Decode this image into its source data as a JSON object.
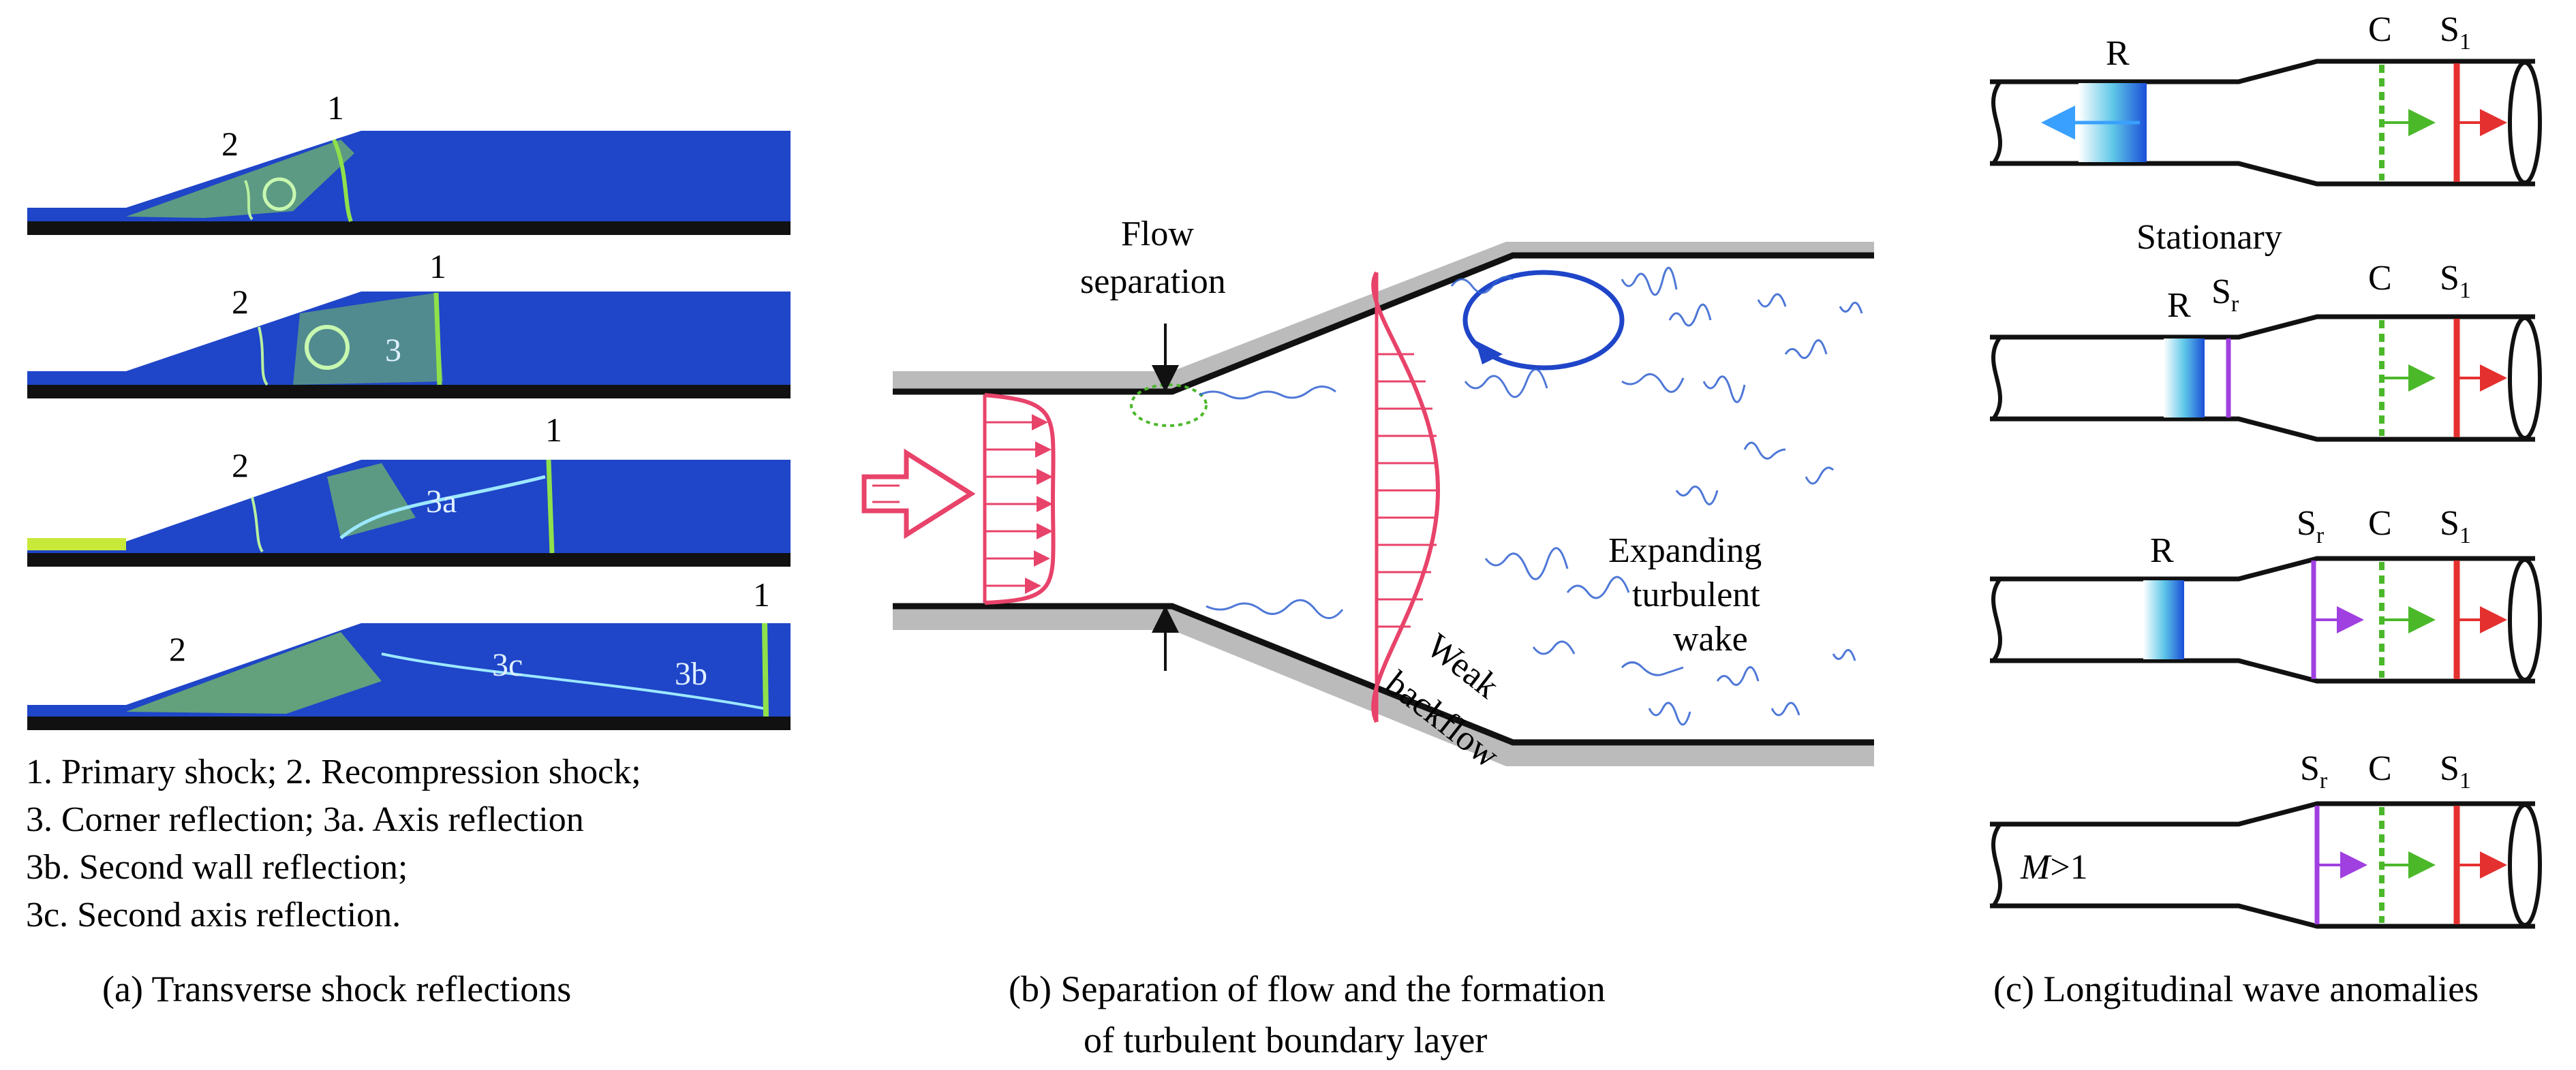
{
  "panel_a": {
    "rows": [
      {
        "n1": "1",
        "n2": "2",
        "n3": ""
      },
      {
        "n1": "1",
        "n2": "2",
        "n3": "3"
      },
      {
        "n1": "1",
        "n2": "2",
        "n3": "3a"
      },
      {
        "n1": "1",
        "n2": "2",
        "n3": "3c",
        "n4": "3b"
      }
    ],
    "legend": [
      "1. Primary shock; 2. Recompression shock;",
      "3. Corner reflection; 3a. Axis reflection",
      "3b. Second wall reflection;",
      "3c. Second axis reflection."
    ],
    "caption": "(a) Transverse shock reflections"
  },
  "panel_b": {
    "flow_separation_1": "Flow",
    "flow_separation_2": "separation",
    "weak_backflow_1": "Weak",
    "weak_backflow_2": "backflow",
    "expanding_1": "Expanding",
    "expanding_2": "turbulent",
    "expanding_3": "wake",
    "caption_1": "(b) Separation of flow and the formation",
    "caption_2": "of turbulent boundary layer"
  },
  "panel_c": {
    "R": "R",
    "C": "C",
    "S": "S",
    "sub_1": "1",
    "sub_r": "r",
    "stationary": "Stationary",
    "mach_M": "M",
    "mach_rest": ">1",
    "caption": "(c) Longitudinal wave anomalies"
  },
  "colors": {
    "field_blue": "#1f45c8",
    "shock_green": "#8fe04a",
    "wall_black": "#111111",
    "profile_red": "#e8436a",
    "wake_blue": "#3060d0",
    "arrow_red": "#e53030",
    "arrow_green": "#4bb82a",
    "arrow_purple": "#a040e0"
  }
}
